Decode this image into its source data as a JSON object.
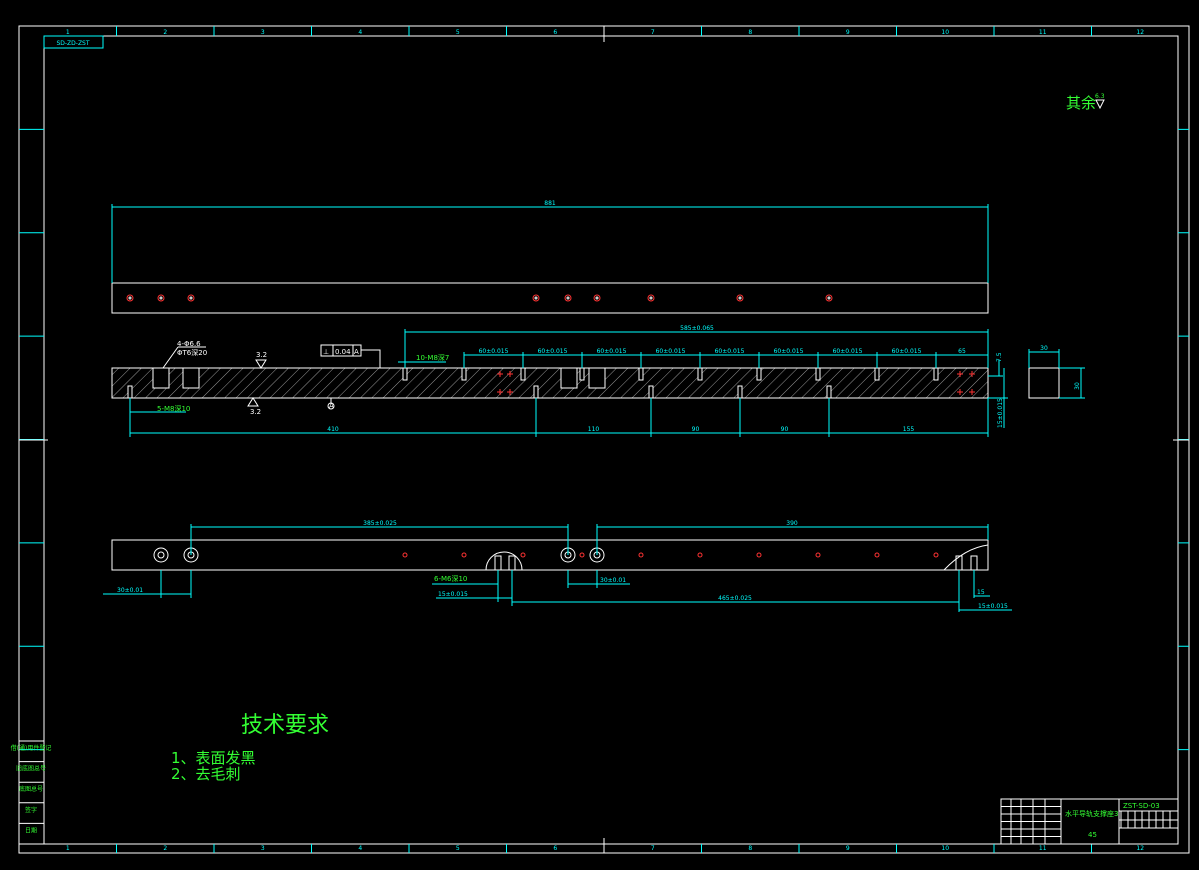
{
  "drawing": {
    "code_box": "SD-ZD-ZST",
    "roughness_note": "其余",
    "roughness_value": "6.3",
    "tech_title": "技术要求",
    "tech_items": [
      "1、表面发黑",
      "2、去毛刺"
    ],
    "part_name": "水平导轨支撑座3",
    "part_code": "ZST-SD-03",
    "material": "45",
    "border_numbers": [
      "1",
      "2",
      "3",
      "4",
      "5",
      "6",
      "7",
      "8",
      "9",
      "10",
      "11",
      "12"
    ],
    "left_block_labels": [
      "借(通)用件登记",
      "旧底图总号",
      "底图总号",
      "签字",
      "日期"
    ]
  },
  "top_view": {
    "overall_length": "881"
  },
  "section_view": {
    "hole_spec": "4-Φ6.6",
    "cbore_spec": "ΦT6深20",
    "roughness_left": "3.2",
    "roughness_bottom": "3.2",
    "perpendicularity_sym": "⊥",
    "perpendicularity_tol": "0.04",
    "datum": "A",
    "datum_mark": "A",
    "top_dim_total": "585±0.065",
    "dim_thread_left": "10-M8深7",
    "pitch_dims": [
      "60±0.015",
      "60±0.015",
      "60±0.015",
      "60±0.015",
      "60±0.015",
      "60±0.015",
      "60±0.015",
      "60±0.015"
    ],
    "dim_end": "65",
    "dim_right_small": "7.5",
    "dim_right_height": "15±0.015",
    "dim_bottom_thread": "5-M8深10",
    "bottom_dims": [
      "410",
      "110",
      "90",
      "90",
      "155"
    ],
    "end_view_width": "30",
    "end_view_height": "30"
  },
  "bottom_view": {
    "dim_left_span": "385±0.025",
    "dim_right_span": "390",
    "dim_left_edge": "30±0.01",
    "dim_center_pair": "30±0.01",
    "dim_thread": "6-M6深10",
    "dim_offset": "15±0.015",
    "dim_long": "465±0.025",
    "dim_right_15": "15",
    "dim_right_tol": "15±0.015"
  }
}
